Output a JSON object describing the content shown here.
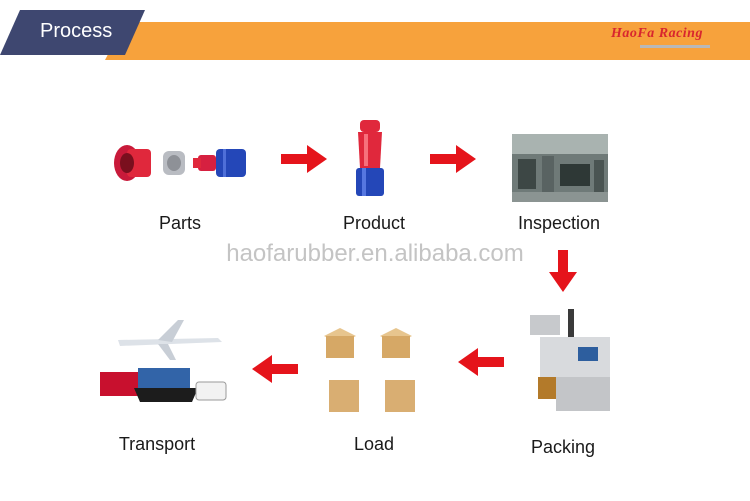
{
  "header": {
    "title": "Process",
    "logo_text": "HaoFa Racing"
  },
  "watermark": "haofarubber.en.alibaba.com",
  "steps": [
    {
      "label": "Parts"
    },
    {
      "label": "Product"
    },
    {
      "label": "Inspection"
    },
    {
      "label": "Packing"
    },
    {
      "label": "Load"
    },
    {
      "label": "Transport"
    }
  ],
  "colors": {
    "banner_orange": "#f7a23c",
    "banner_navy": "#3e4770",
    "arrow_red": "#e5141b",
    "fitting_red": "#e0283c",
    "fitting_blue": "#2447b8"
  }
}
